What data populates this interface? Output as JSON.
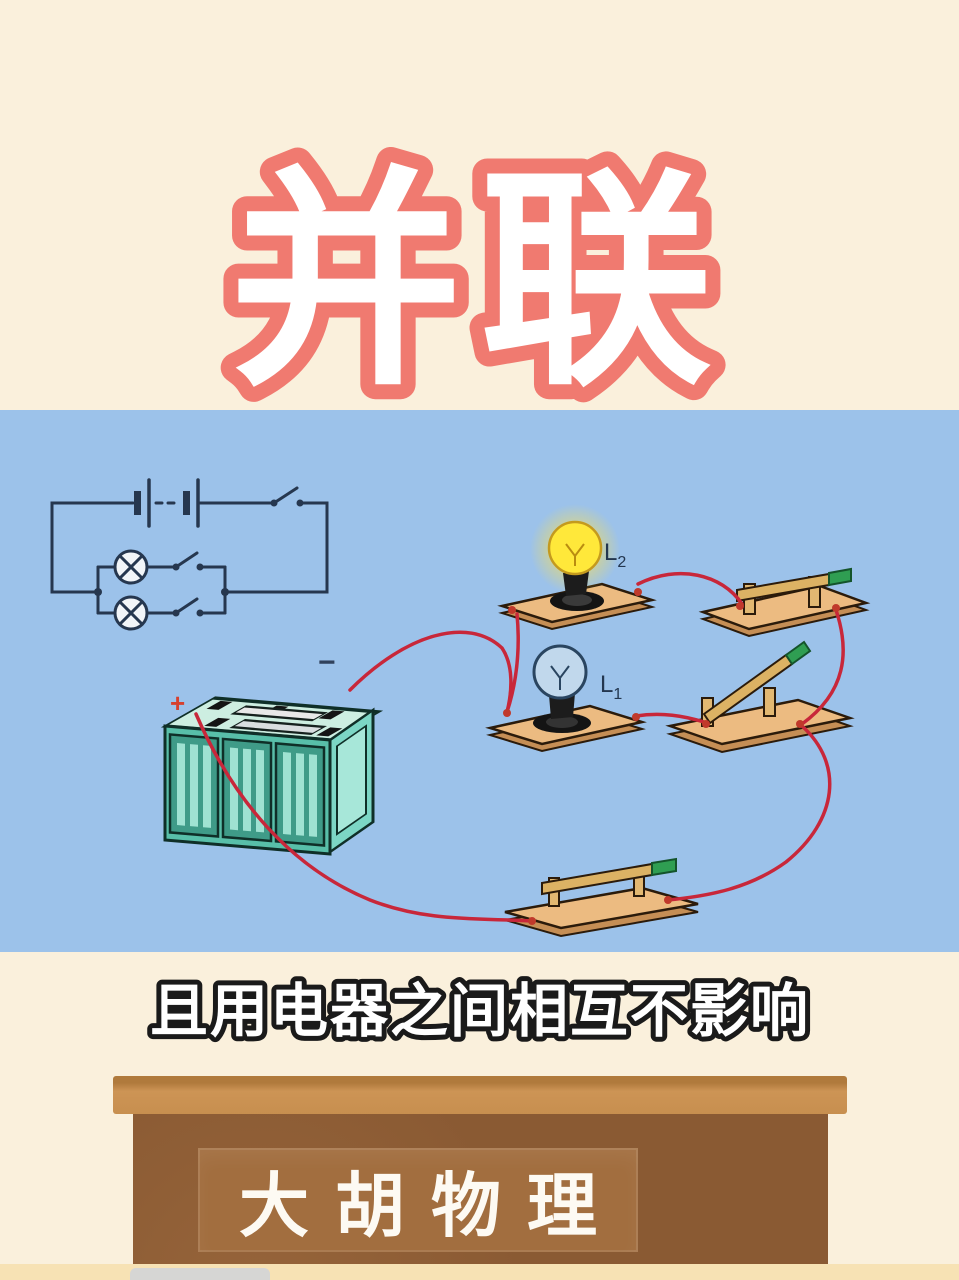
{
  "page": {
    "background": "#faf0dc"
  },
  "title": {
    "text": "并联",
    "fill": "#ffffff",
    "outline": "#f07a70"
  },
  "circuit_panel": {
    "background": "#9cc2ea",
    "schematic": {
      "description": "parallel circuit schematic: battery cells, main switch, two branches each with lamp and switch",
      "line_color": "#26374f"
    },
    "battery": {
      "plus_label": "+",
      "minus_label": "−",
      "body_color": "#58bfa9"
    },
    "lamps": {
      "l1": {
        "label_base": "L",
        "label_sub": "1",
        "state": "off"
      },
      "l2": {
        "label_base": "L",
        "label_sub": "2",
        "state": "on"
      }
    },
    "switches": {
      "top_right": "closed",
      "middle_right": "open",
      "bottom": "closed"
    },
    "wire_color": "#c8273a"
  },
  "caption": {
    "text": "且用电器之间相互不影响",
    "fill": "#ffffff",
    "outline": "#1a1a1a"
  },
  "desk": {
    "brand": "大胡物理",
    "top_color": "#c78f4f",
    "body_color": "#8a5a33",
    "panel_color": "#a26e3f"
  }
}
